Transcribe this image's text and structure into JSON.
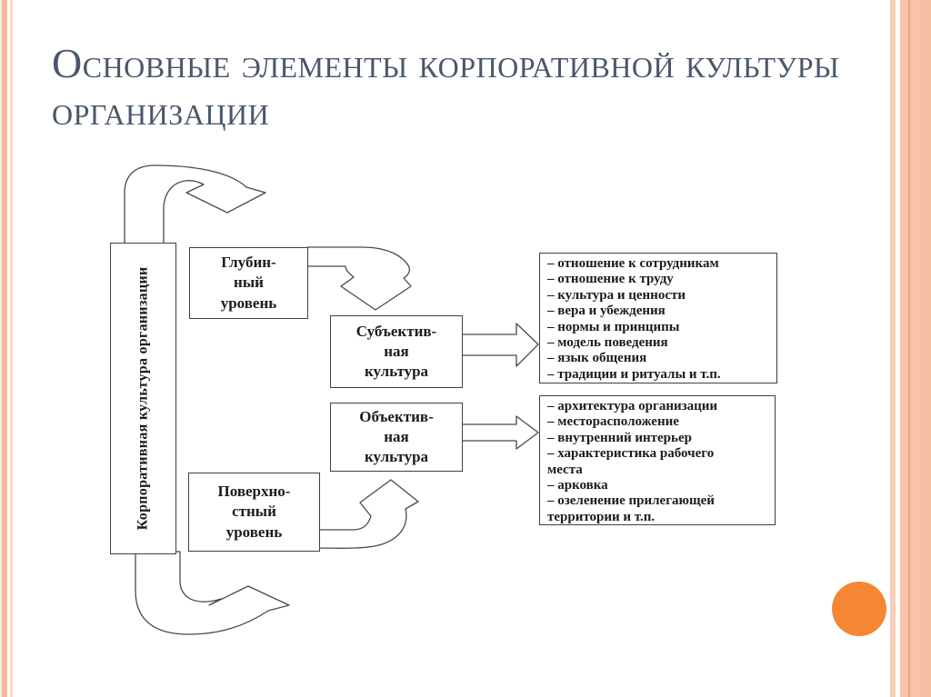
{
  "slide": {
    "title": "Основные элементы корпоративной культуры организации",
    "title_color": "#4a576b",
    "accent_circle_color": "#F58634",
    "stripe_color": "#f6b89d",
    "line_color": "#4a4a4a"
  },
  "diagram": {
    "spine_label": "Корпоративная культура организации",
    "boxes": {
      "deep_level": "Глубин-\nный\nуровень",
      "subjective_culture": "Субъектив-\nная\nкультура",
      "objective_culture": "Объектив-\nная\nкультура",
      "surface_level": "Поверхно-\nстный\nуровень"
    },
    "subjective_items": [
      "– отношение к сотрудникам",
      "– отношение к труду",
      "– культура и ценности",
      "– вера и убеждения",
      "– нормы и принципы",
      "– модель поведения",
      "– язык общения",
      "– традиции и ритуалы и т.п."
    ],
    "objective_items": [
      "– архитектура организации",
      "– месторасположение",
      "– внутренний интерьер",
      "– характеристика рабочего\nместа",
      "– арковка",
      "– озеленение прилегающей\nтерритории и т.п."
    ]
  }
}
